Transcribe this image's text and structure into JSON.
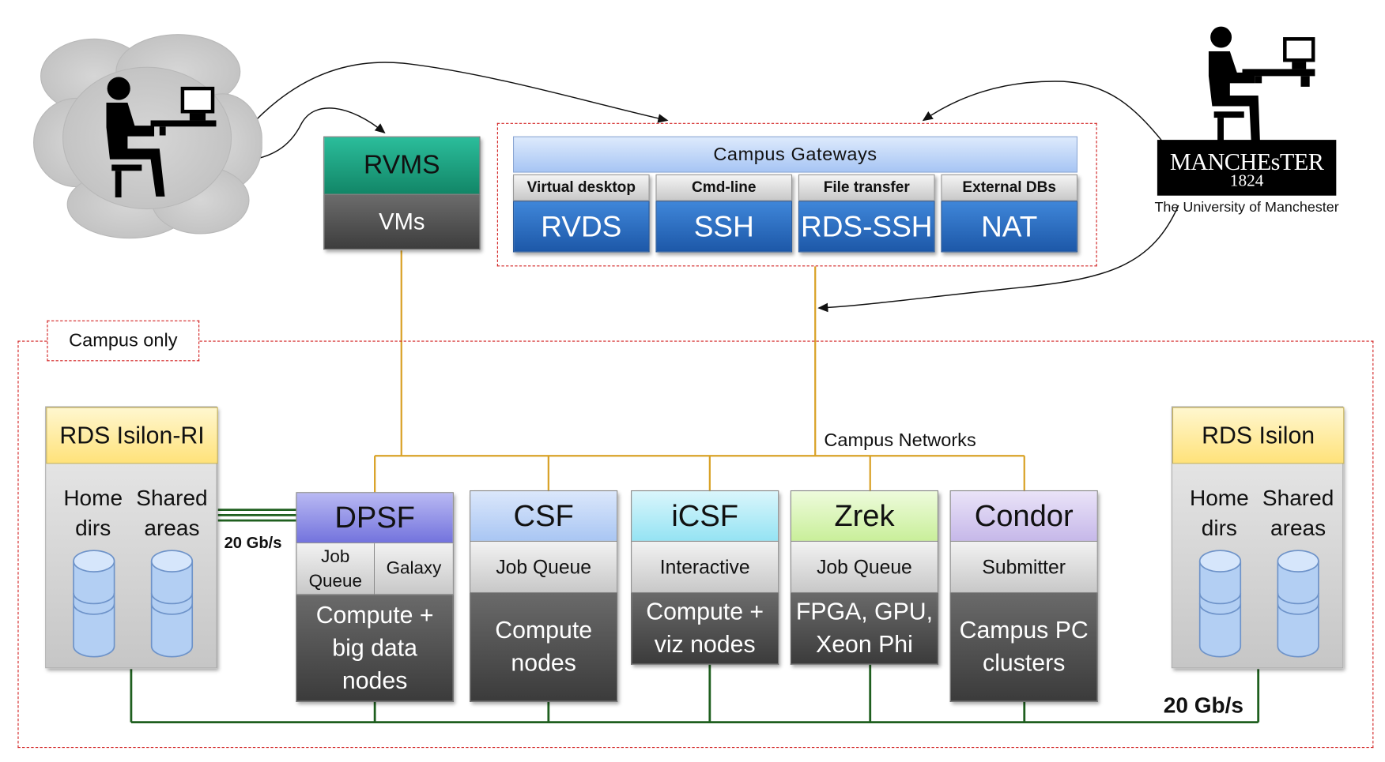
{
  "colors": {
    "orange_line": "#d9a227",
    "green_line": "#1f5f1f",
    "red_dash": "#d22020",
    "arrow": "#111111"
  },
  "icons": {
    "external_user": "person-at-computer-icon",
    "campus_user": "person-at-computer-icon",
    "cloud": "cloud-icon",
    "database": "database-cylinder-icon"
  },
  "rvms": {
    "title": "RVMS",
    "subtitle": "VMs"
  },
  "gateways": {
    "title": "Campus Gateways",
    "items": [
      {
        "head": "Virtual desktop",
        "body": "RVDS"
      },
      {
        "head": "Cmd-line",
        "body": "SSH"
      },
      {
        "head": "File transfer",
        "body": "RDS-SSH"
      },
      {
        "head": "External DBs",
        "body": "NAT"
      }
    ]
  },
  "logo": {
    "name": "MANCHEsTER",
    "year": "1824",
    "caption": "The University of Manchester"
  },
  "campus_only": "Campus only",
  "campus_networks": "Campus Networks",
  "storage_left": {
    "title": "RDS Isilon-RI",
    "col1": [
      "Home",
      "dirs"
    ],
    "col2": [
      "Shared",
      "areas"
    ]
  },
  "storage_right": {
    "title": "RDS Isilon",
    "col1": [
      "Home",
      "dirs"
    ],
    "col2": [
      "Shared",
      "areas"
    ]
  },
  "speed_left": "20 Gb/s",
  "speed_right": "20 Gb/s",
  "clusters": {
    "dpsf": {
      "title": "DPSF",
      "mid_left": [
        "Job",
        "Queue"
      ],
      "mid_right": "Galaxy",
      "bottom": [
        "Compute +",
        "big data",
        "nodes"
      ]
    },
    "csf": {
      "title": "CSF",
      "mid": "Job Queue",
      "bottom": [
        "Compute",
        "nodes"
      ]
    },
    "icsf": {
      "title": "iCSF",
      "mid": "Interactive",
      "bottom": [
        "Compute +",
        "viz nodes"
      ]
    },
    "zrek": {
      "title": "Zrek",
      "mid": "Job Queue",
      "bottom": [
        "FPGA, GPU,",
        "Xeon Phi"
      ]
    },
    "condor": {
      "title": "Condor",
      "mid": "Submitter",
      "bottom": [
        "Campus PC",
        "clusters"
      ]
    }
  }
}
